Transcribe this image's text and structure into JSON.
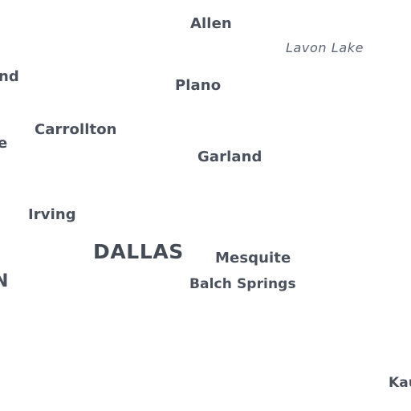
{
  "map": {
    "labels": {
      "allen": "Allen",
      "lavon_lake": "Lavon Lake",
      "edge_left_1": "nd",
      "plano": "Plano",
      "carrollton": "Carrollton",
      "edge_left_2": "e",
      "garland": "Garland",
      "irving": "Irving",
      "dallas": "DALLAS",
      "mesquite": "Mesquite",
      "edge_left_3": "N",
      "balch_springs": "Balch Springs",
      "edge_right_1": "Kau"
    },
    "colors": {
      "background": "#ffffff",
      "label": "#4a515c",
      "water_label": "#5d6672"
    }
  }
}
